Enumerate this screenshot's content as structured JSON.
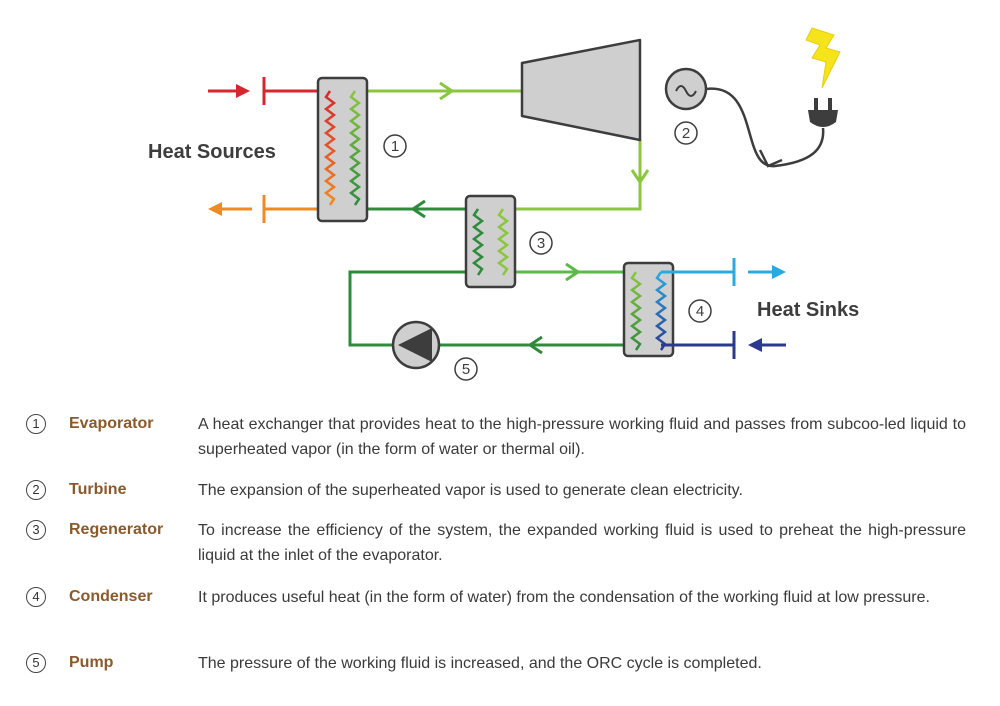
{
  "diagram": {
    "heat_sources_label": "Heat Sources",
    "heat_sinks_label": "Heat Sinks",
    "component_numbers": [
      "1",
      "2",
      "3",
      "4",
      "5"
    ],
    "colors": {
      "hot_in": "#d7262e",
      "hot_out": "#f08a22",
      "fluid_light": "#8cc63f",
      "fluid_dark": "#2e8b3c",
      "cold_out": "#29abe2",
      "cold_in": "#2b3990",
      "component_fill": "#cfcfcf",
      "bolt": "#f5e31b"
    },
    "icons": [
      "lightning-bolt-icon",
      "electric-plug-icon",
      "generator-icon",
      "pump-icon",
      "turbine-icon"
    ]
  },
  "legend": [
    {
      "num": "1",
      "term": "Evaporator",
      "desc": "A heat exchanger that provides heat to the high-pressure working fluid and passes from subcoo-led liquid to superheated vapor (in the form of water or thermal oil)."
    },
    {
      "num": "2",
      "term": "Turbine",
      "desc": "The expansion of the superheated vapor is used to generate clean electricity."
    },
    {
      "num": "3",
      "term": "Regenerator",
      "desc": "To increase the efficiency of the system, the expanded working fluid is used to preheat the high-pressure liquid at the inlet of the evaporator."
    },
    {
      "num": "4",
      "term": "Condenser",
      "desc": "It produces useful heat (in the form of water) from the condensation of the working fluid at low pressure."
    },
    {
      "num": "5",
      "term": "Pump",
      "desc": "The pressure of the working fluid is increased, and the ORC cycle is completed."
    }
  ]
}
